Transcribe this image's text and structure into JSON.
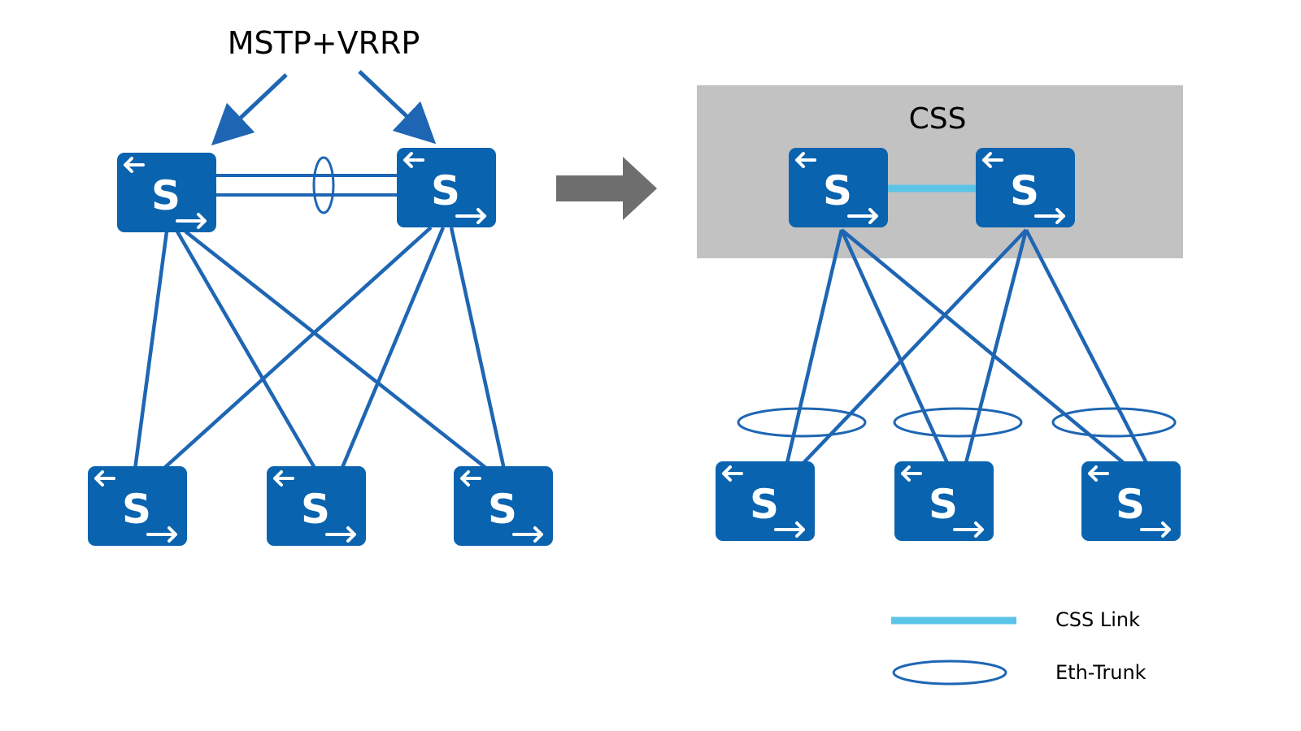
{
  "colors": {
    "switch_fill": "#0A63AE",
    "link": "#1E66B3",
    "css_link": "#5BC4E8",
    "css_box": "#C2C2C2",
    "arrow": "#6E6E6E"
  },
  "left": {
    "title": "MSTP+VRRP"
  },
  "right": {
    "title": "CSS"
  },
  "switch_letter": "S",
  "icons": {
    "switch": "switch-icon",
    "transition": "right-arrow-icon",
    "pointer": "pointer-arrow-icon"
  },
  "legend": {
    "css_link_label": "CSS Link",
    "eth_trunk_label": "Eth-Trunk"
  }
}
